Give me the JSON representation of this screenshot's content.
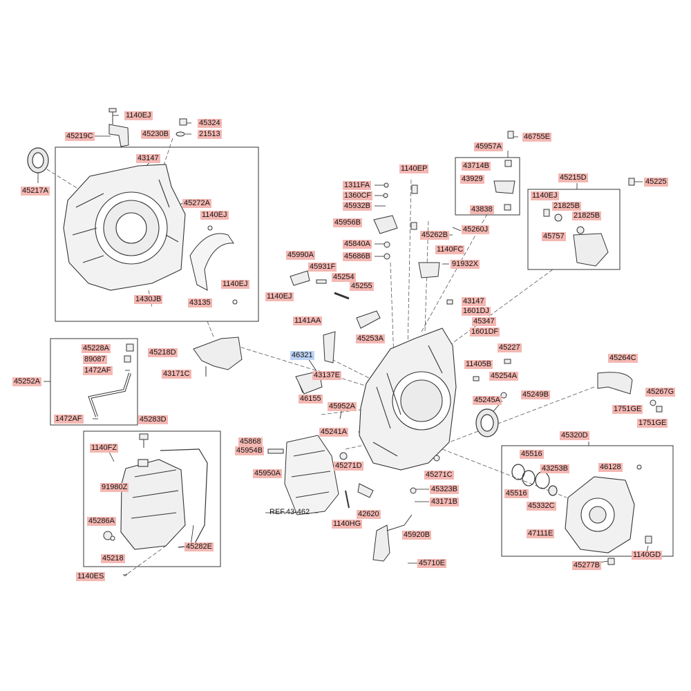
{
  "diagram": {
    "highlight_color": "#f4b7b2",
    "selected_color": "#bcd3f3",
    "selected_part": "46321",
    "reference_label": "REF.43-462",
    "parts": {
      "p1140ej_top": "1140EJ",
      "p45219c": "45219C",
      "p45230b": "45230B",
      "p45324": "45324",
      "p21513": "21513",
      "p45217a": "45217A",
      "p43147_a": "43147",
      "p45272a": "45272A",
      "p1140ej_b": "1140EJ",
      "p1140ej_c": "1140EJ",
      "p43135": "43135",
      "p1430jb": "1430JB",
      "p45218d": "45218D",
      "p43171c": "43171C",
      "p45228a": "45228A",
      "p89087": "89087",
      "p1472af_a": "1472AF",
      "p45252a": "45252A",
      "p1472af_b": "1472AF",
      "p45283d": "45283D",
      "p1140fz": "1140FZ",
      "p91980z": "91980Z",
      "p45286a": "45286A",
      "p45218": "45218",
      "p45282e": "45282E",
      "p1140es": "1140ES",
      "p1140ep": "1140EP",
      "p1311fa": "1311FA",
      "p1360cf": "1360CF",
      "p45932b": "45932B",
      "p45956b": "45956B",
      "p45840a": "45840A",
      "p45686b": "45686B",
      "p45262b": "45262B",
      "p45260j": "45260J",
      "p1140fc": "1140FC",
      "p91932x": "91932X",
      "p45957a": "45957A",
      "p46755e": "46755E",
      "p43714b": "43714B",
      "p43929": "43929",
      "p43838": "43838",
      "p45215d": "45215D",
      "p45225": "45225",
      "p1140ej_d": "1140EJ",
      "p21825b_a": "21825B",
      "p21825b_b": "21825B",
      "p45757": "45757",
      "p45990a": "45990A",
      "p45931f": "45931F",
      "p45254": "45254",
      "p45255": "45255",
      "p1140ej_e": "1140EJ",
      "p43147_b": "43147",
      "p1601dj": "1601DJ",
      "p45347": "45347",
      "p1601df": "1601DF",
      "p1141aa": "1141AA",
      "p45253a": "45253A",
      "p46321": "46321",
      "p43137e": "43137E",
      "p46155": "46155",
      "p45952a": "45952A",
      "p45227": "45227",
      "p11405b": "11405B",
      "p45254a": "45254A",
      "p45249b": "45249B",
      "p45245a": "45245A",
      "p45264c": "45264C",
      "p45267g": "45267G",
      "p1751ge_a": "1751GE",
      "p1751ge_b": "1751GE",
      "p45241a": "45241A",
      "p45868": "45868",
      "p45954b": "45954B",
      "p45950a": "45950A",
      "p45271d": "45271D",
      "p45271c": "45271C",
      "p45323b": "45323B",
      "p43171b": "43171B",
      "p42620": "42620",
      "p1140hg": "1140HG",
      "p45920b": "45920B",
      "p45710e": "45710E",
      "p45320d": "45320D",
      "p45516_a": "45516",
      "p45516_b": "45516",
      "p43253b": "43253B",
      "p46128": "46128",
      "p45332c": "45332C",
      "p47111e": "47111E",
      "p1140gd": "1140GD",
      "p45277b": "45277B"
    }
  }
}
